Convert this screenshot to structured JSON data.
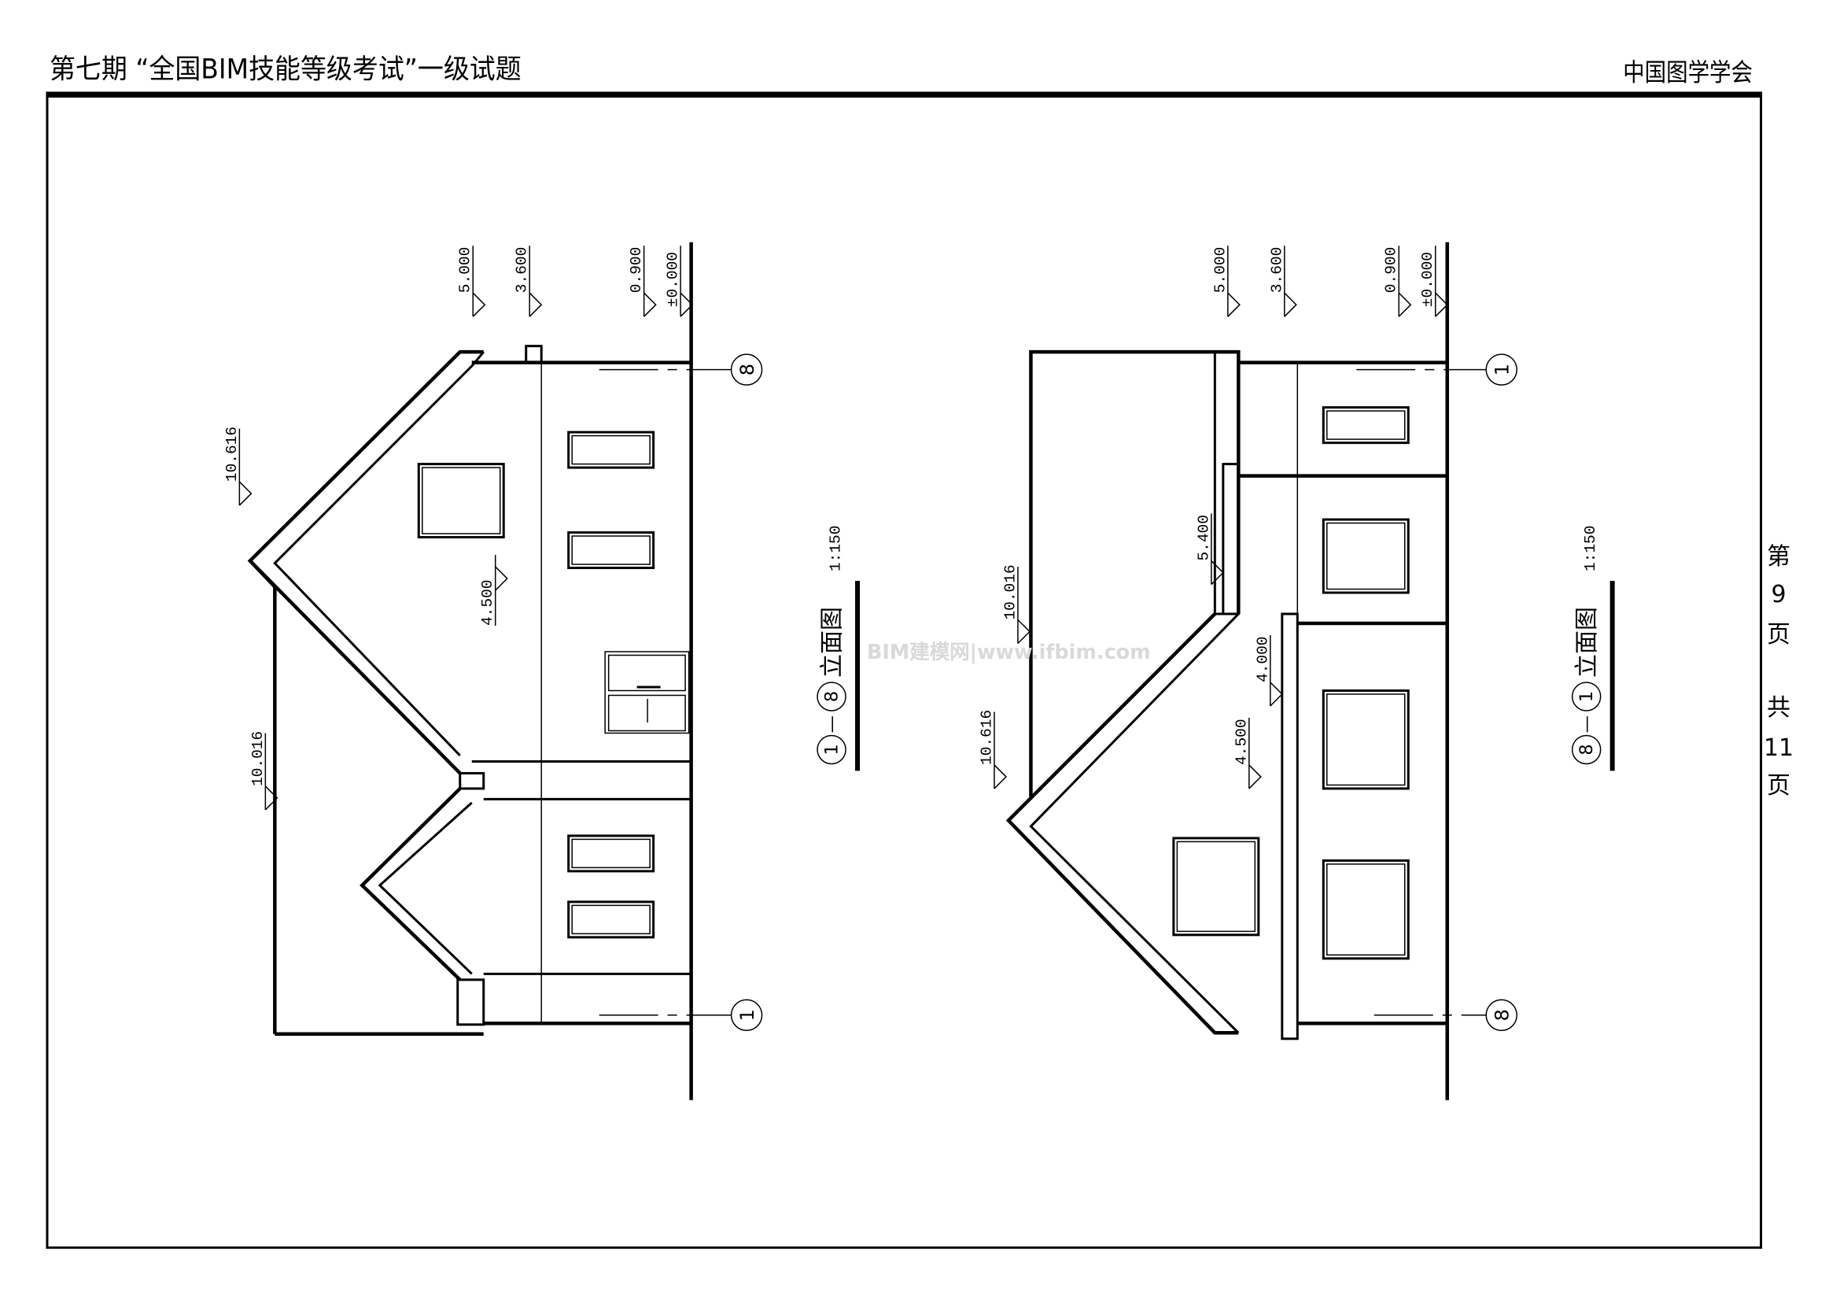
{
  "header": {
    "title": "第七期 “全国BIM技能等级考试”一级试题",
    "org": "中国图学学会"
  },
  "page_info": {
    "current_label": "第",
    "current": "9",
    "page_unit": "页",
    "total_label": "共",
    "total": "11",
    "total_unit": "页"
  },
  "watermark": "BIM建模网|www.ifbim.com",
  "left_elevation": {
    "title_start": "1",
    "title_dash": "—",
    "title_end": "8",
    "title_text": "立面图",
    "scale": "1:150",
    "axis_top": "8",
    "axis_bottom": "1",
    "levels": [
      "5.000",
      "3.600",
      "0.900",
      "±0.000",
      "10.616",
      "4.500",
      "10.016"
    ]
  },
  "right_elevation": {
    "title_start": "8",
    "title_dash": "—",
    "title_end": "1",
    "title_text": "立面图",
    "scale": "1:150",
    "axis_top": "1",
    "axis_bottom": "8",
    "levels": [
      "5.000",
      "3.600",
      "0.900",
      "±0.000",
      "5.400",
      "10.016",
      "4.000",
      "4.500",
      "10.616"
    ]
  }
}
